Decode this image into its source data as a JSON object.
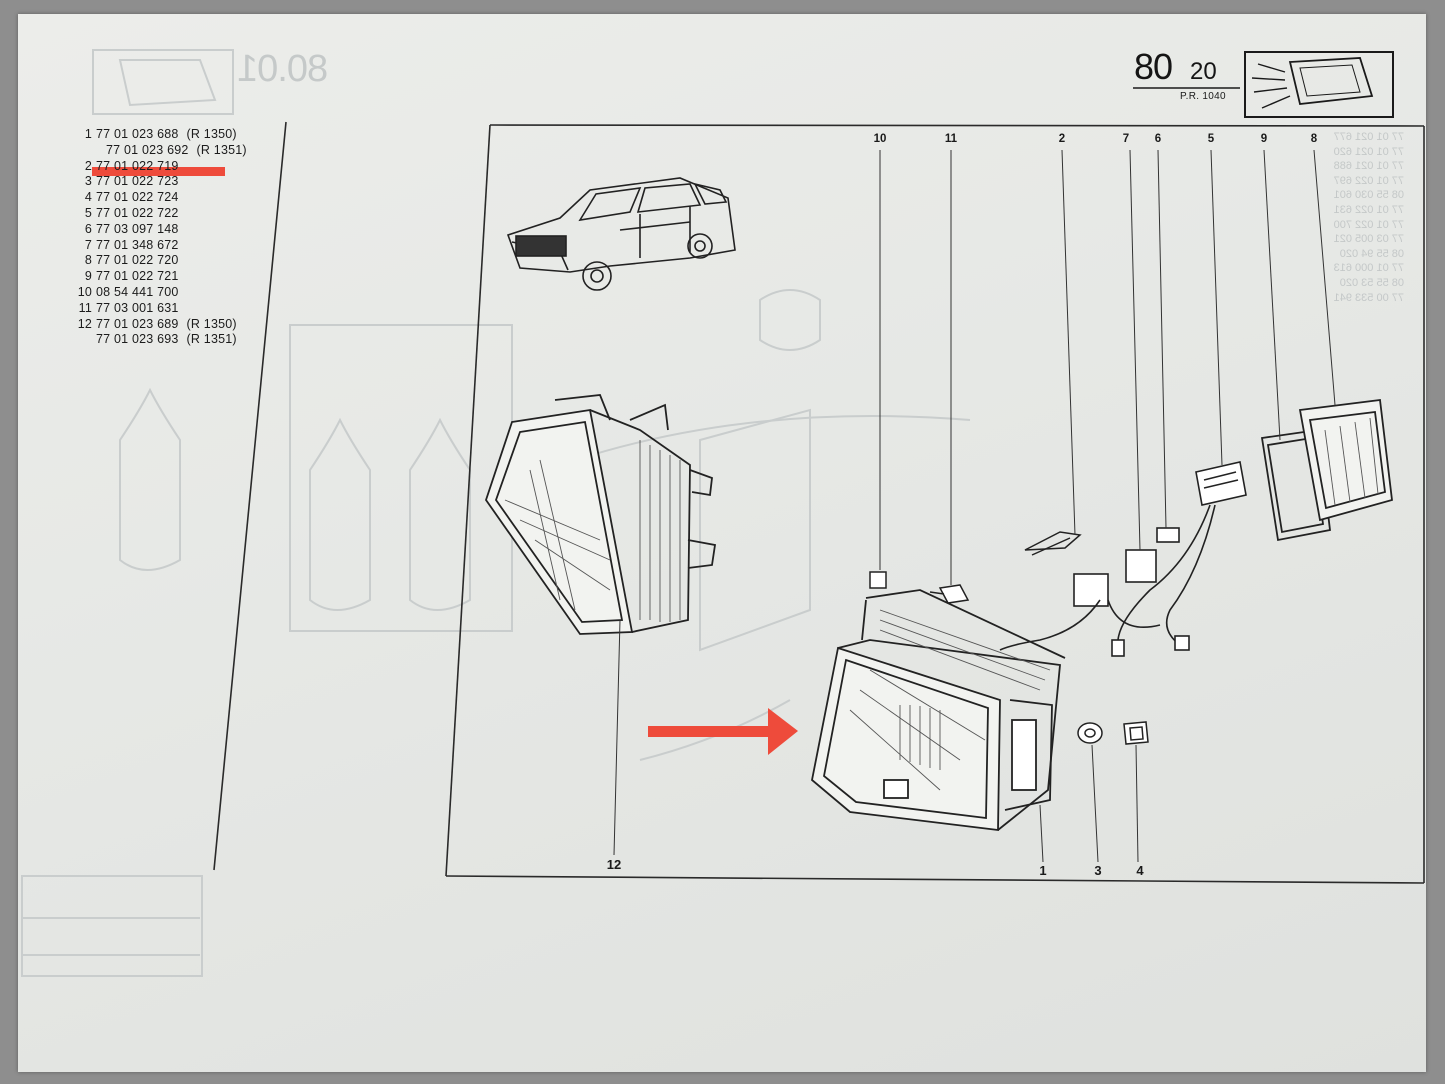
{
  "header": {
    "page_code": "80",
    "page_sub": "20",
    "pr_ref": "P.R. 1040"
  },
  "parts_list": [
    {
      "num": "1",
      "ref": "77 01 023 688",
      "variant": "(R 1350)"
    },
    {
      "num": "",
      "ref": "77 01 023 692",
      "variant": "(R 1351)"
    },
    {
      "num": "2",
      "ref": "77 01 022 719",
      "variant": ""
    },
    {
      "num": "3",
      "ref": "77 01 022 723",
      "variant": ""
    },
    {
      "num": "4",
      "ref": "77 01 022 724",
      "variant": ""
    },
    {
      "num": "5",
      "ref": "77 01 022 722",
      "variant": ""
    },
    {
      "num": "6",
      "ref": "77 03 097 148",
      "variant": ""
    },
    {
      "num": "7",
      "ref": "77 01 348 672",
      "variant": ""
    },
    {
      "num": "8",
      "ref": "77 01 022 720",
      "variant": ""
    },
    {
      "num": "9",
      "ref": "77 01 022 721",
      "variant": ""
    },
    {
      "num": "10",
      "ref": "08 54 441 700",
      "variant": ""
    },
    {
      "num": "11",
      "ref": "77 03 001 631",
      "variant": ""
    },
    {
      "num": "12",
      "ref": "77 01 023 689",
      "variant": "(R 1350)"
    },
    {
      "num": "",
      "ref": "77 01 023 693",
      "variant": "(R 1351)"
    }
  ],
  "diagram": {
    "callouts_top": [
      "10",
      "11",
      "2",
      "7",
      "6",
      "5",
      "9",
      "8"
    ],
    "callouts_bottom": [
      "12",
      "1",
      "3",
      "4"
    ]
  },
  "bleed_through": {
    "page_code": "80.01",
    "list": [
      "77 01 021 677",
      "77 01 021 620",
      "77 01 021 688",
      "77 01 022 697",
      "08 55 030 601",
      "77 01 022 631",
      "77 01 022 700",
      "77 03 005 021",
      "08 55 94 020",
      "77 01 000 613",
      "08 55 53 020",
      "77 00 533 941"
    ]
  },
  "annotations": {
    "highlight_color": "#ee4b3b",
    "arrow_color": "#ee4b3b"
  }
}
